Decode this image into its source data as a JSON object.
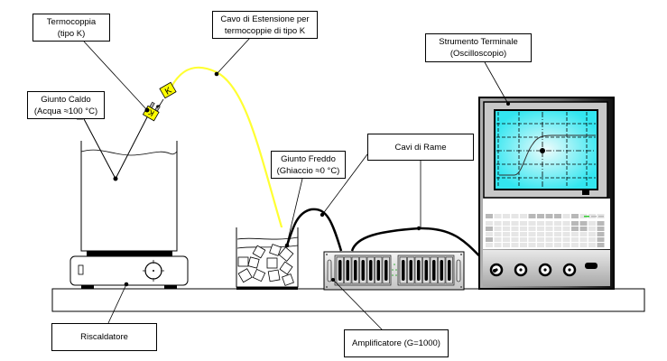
{
  "diagram": {
    "title": "Thermocouple measurement setup",
    "labels": {
      "termocoppia": [
        "Termocoppia",
        "(tipo K)"
      ],
      "cavo_estensione": [
        "Cavo di Estensione per",
        "termocoppie di tipo K"
      ],
      "strumento": [
        "Strumento Terminale",
        "(Oscilloscopio)"
      ],
      "giunto_caldo": [
        "Giunto Caldo",
        "(Acqua ≈100 °C)"
      ],
      "giunto_freddo": [
        "Giunto Freddo",
        "(Ghiaccio ≈0 °C)"
      ],
      "cavi_rame": [
        "Cavi di Rame"
      ],
      "riscaldatore": [
        "Riscaldatore"
      ],
      "amplificatore": [
        "Amplificatore (G=1000)"
      ]
    },
    "connector_letter": "K",
    "colors": {
      "extension_cable": "#ffff33",
      "connector": "#ffff00",
      "screen": "#33e6f0",
      "screen_center": "#e8fafa",
      "led": "#33cc33"
    }
  }
}
